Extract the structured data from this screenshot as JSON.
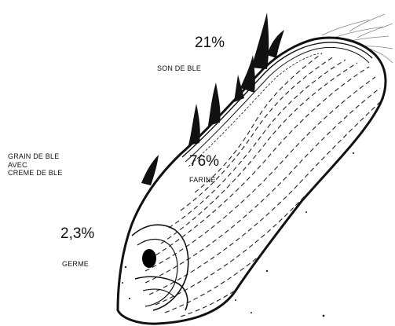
{
  "diagram": {
    "parts": [
      {
        "id": "son",
        "percent": "21%",
        "label": "SON DE BLE"
      },
      {
        "id": "farine",
        "percent": "76%",
        "label": "FARINE"
      },
      {
        "id": "germe",
        "percent": "2,3%",
        "label": "GERME"
      }
    ],
    "grain_label": [
      "GRAIN DE BLE",
      "AVEC",
      "CREME DE BLE"
    ]
  },
  "colors": {
    "ink": "#111111",
    "paper": "#ffffff"
  }
}
